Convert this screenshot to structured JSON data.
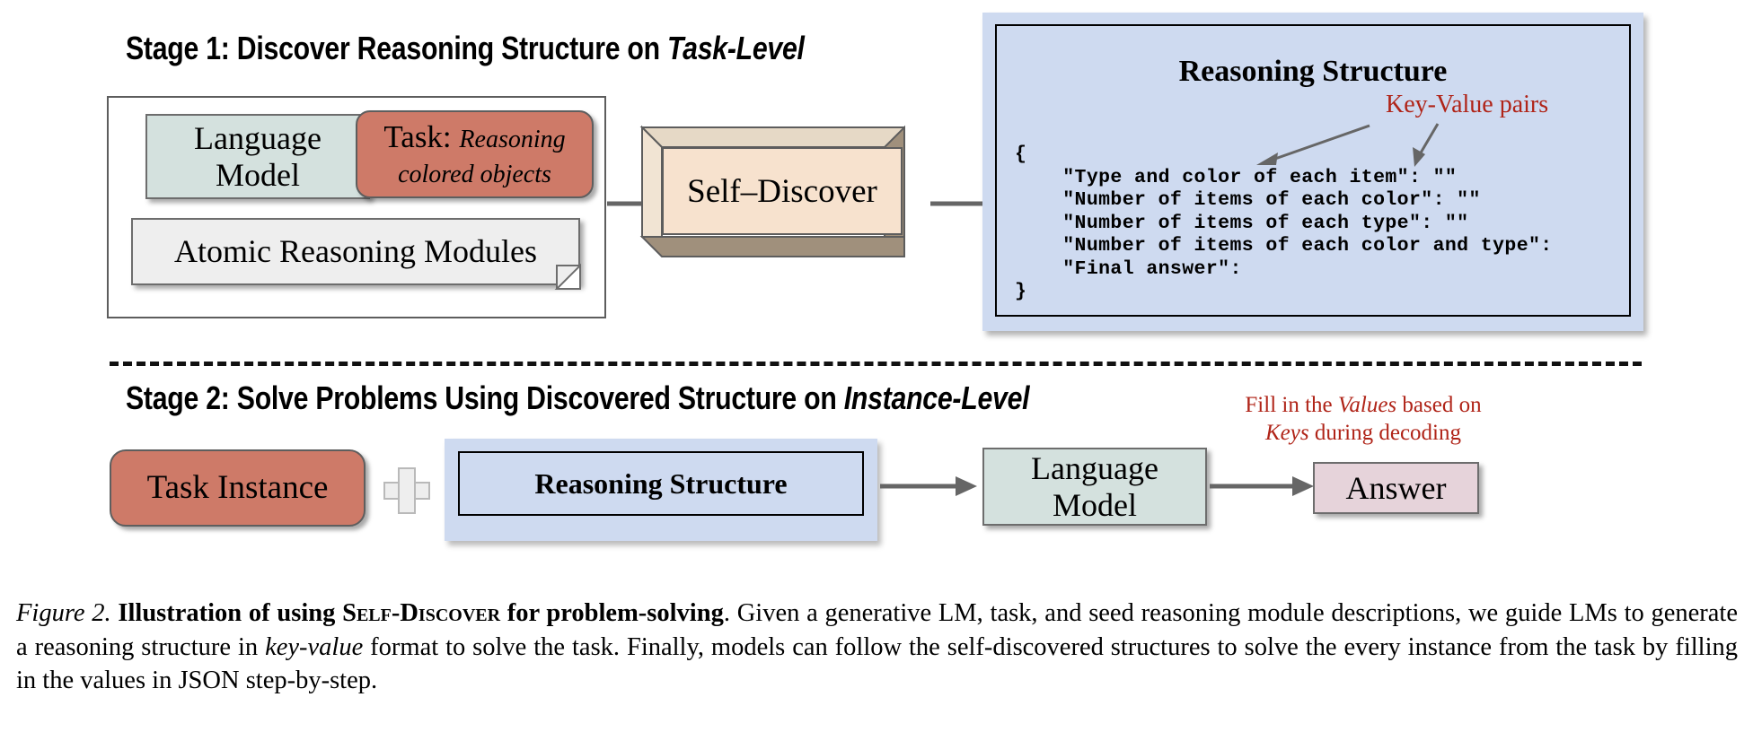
{
  "stage1": {
    "title_prefix": "Stage 1: Discover Reasoning Structure on ",
    "title_emph": "Task-Level",
    "language_model": "Language\nModel",
    "task_label": "Task:",
    "task_value": "Reasoning\ncolored objects",
    "atomic_modules": "Atomic Reasoning Modules",
    "self_discover": "Self–Discover",
    "reasoning_structure_title": "Reasoning Structure",
    "code_lines": [
      "{",
      "    \"Type and color of each item\": \"\"",
      "    \"Number of items of each color\": \"\"",
      "    \"Number of items of each type\": \"\"",
      "    \"Number of items of each color and type\":",
      "    \"Final answer\":",
      "}"
    ],
    "annotation_key_value": "Key-Value pairs",
    "annotation_color": "#b02418"
  },
  "stage2": {
    "title_prefix": "Stage 2: Solve Problems Using Discovered Structure on ",
    "title_emph": "Instance-Level",
    "task_instance": "Task Instance",
    "plus_icon": "plus-icon",
    "reasoning_structure": "Reasoning Structure",
    "language_model": "Language\nModel",
    "answer": "Answer",
    "annotation_line1_a": "Fill in the ",
    "annotation_line1_b": "Values",
    "annotation_line1_c": " based on",
    "annotation_line2_a": "Keys",
    "annotation_line2_b": " during decoding"
  },
  "caption": {
    "figure_label": "Figure 2.",
    "bold_a": "Illustration of using ",
    "smallcaps": "Self-Discover",
    "bold_b": " for problem-solving",
    "rest_1": ". Given a generative LM, task, and seed reasoning module descriptions, we guide LMs to generate a reasoning structure in ",
    "italic_1": "key-value",
    "rest_2": " format to solve the task. Finally, models can follow the self-discovered structures to solve the every instance from the task by filling in the values in JSON step-by-step."
  },
  "colors": {
    "teal_box": "#d4e1de",
    "salmon_box": "#ce7a68",
    "grey_box": "#eeeeee",
    "cube_face": "#f7e2ce",
    "cube_side": "#a0907c",
    "blue_panel": "#cedaf0",
    "answer_box": "#e6d3da",
    "annotation_red": "#b02418",
    "arrow_grey": "#666666"
  }
}
